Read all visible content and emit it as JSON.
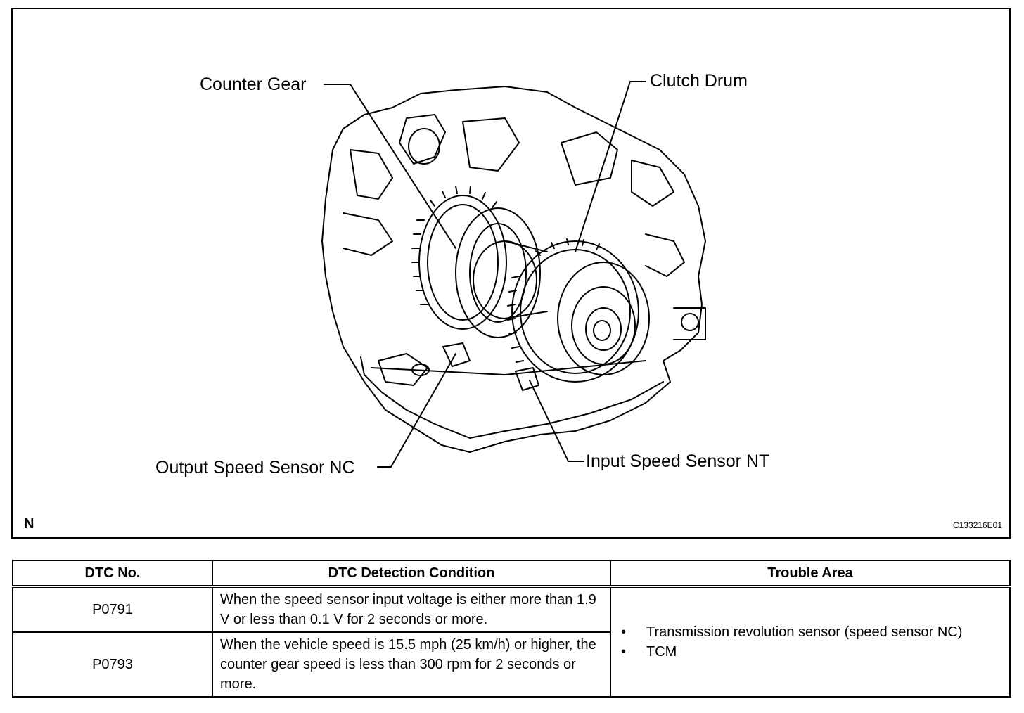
{
  "figure": {
    "callouts": {
      "counter_gear": "Counter Gear",
      "clutch_drum": "Clutch Drum",
      "output_speed_sensor": "Output Speed Sensor NC",
      "input_speed_sensor": "Input Speed Sensor NT"
    },
    "corner_label": "N",
    "figure_code": "C133216E01"
  },
  "table": {
    "headers": {
      "dtc_no": "DTC No.",
      "condition": "DTC Detection Condition",
      "trouble_area": "Trouble Area"
    },
    "rows": [
      {
        "code": "P0791",
        "condition": "When the speed sensor input voltage is either more than 1.9 V or less than 0.1 V for 2 seconds or more."
      },
      {
        "code": "P0793",
        "condition": "When the vehicle speed is 15.5 mph (25 km/h) or higher, the counter gear speed is less than 300 rpm for 2 seconds or more."
      }
    ],
    "trouble_area": [
      "Transmission revolution sensor (speed sensor NC)",
      "TCM"
    ]
  }
}
